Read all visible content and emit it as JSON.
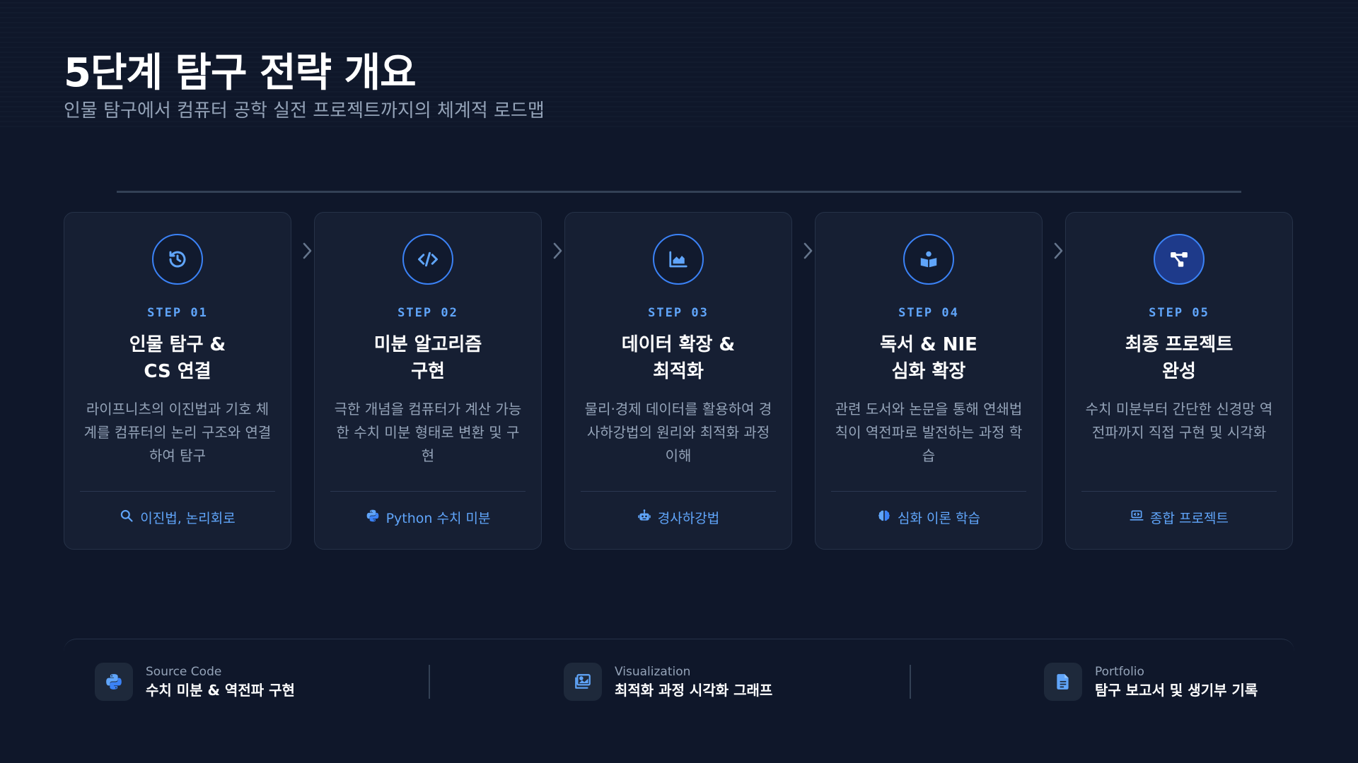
{
  "header": {
    "title": "5단계 탐구 전략 개요",
    "subtitle": "인물 탐구에서 컴퓨터 공학 실전 프로젝트까지의 체계적 로드맵"
  },
  "colors": {
    "background": "#0f172a",
    "card": "#161f33",
    "accent": "#3b82f6",
    "accent_text": "#60a5fa"
  },
  "steps": [
    {
      "step": "STEP 01",
      "title": "인물 탐구 &\nCS 연결",
      "desc": "라이프니츠의 이진법과 기호 체계를 컴퓨터의 논리 구조와 연결하여 탐구",
      "tag": "이진법, 논리회로",
      "icon": "history-icon",
      "tag_icon": "search-icon"
    },
    {
      "step": "STEP 02",
      "title": "미분 알고리즘\n구현",
      "desc": "극한 개념을 컴퓨터가 계산 가능한 수치 미분 형태로 변환 및 구현",
      "tag": "Python 수치 미분",
      "icon": "code-icon",
      "tag_icon": "python-icon"
    },
    {
      "step": "STEP 03",
      "title": "데이터 확장 &\n최적화",
      "desc": "물리·경제 데이터를 활용하여 경사하강법의 원리와 최적화 과정 이해",
      "tag": "경사하강법",
      "icon": "area-chart-icon",
      "tag_icon": "robot-icon"
    },
    {
      "step": "STEP 04",
      "title": "독서 & NIE\n심화 확장",
      "desc": "관련 도서와 논문을 통해 연쇄법칙이 역전파로 발전하는 과정 학습",
      "tag": "심화 이론 학습",
      "icon": "book-reader-icon",
      "tag_icon": "brain-icon"
    },
    {
      "step": "STEP 05",
      "title": "최종 프로젝트\n완성",
      "desc": "수치 미분부터 간단한 신경망 역전파까지 직접 구현 및 시각화",
      "tag": "종합 프로젝트",
      "icon": "network-icon",
      "tag_icon": "laptop-code-icon"
    }
  ],
  "outputs": [
    {
      "label": "Source Code",
      "value": "수치 미분 & 역전파 구현",
      "icon": "python-icon"
    },
    {
      "label": "Visualization",
      "value": "최적화 과정 시각화 그래프",
      "icon": "image-icon"
    },
    {
      "label": "Portfolio",
      "value": "탐구 보고서 및 생기부 기록",
      "icon": "document-icon"
    }
  ]
}
